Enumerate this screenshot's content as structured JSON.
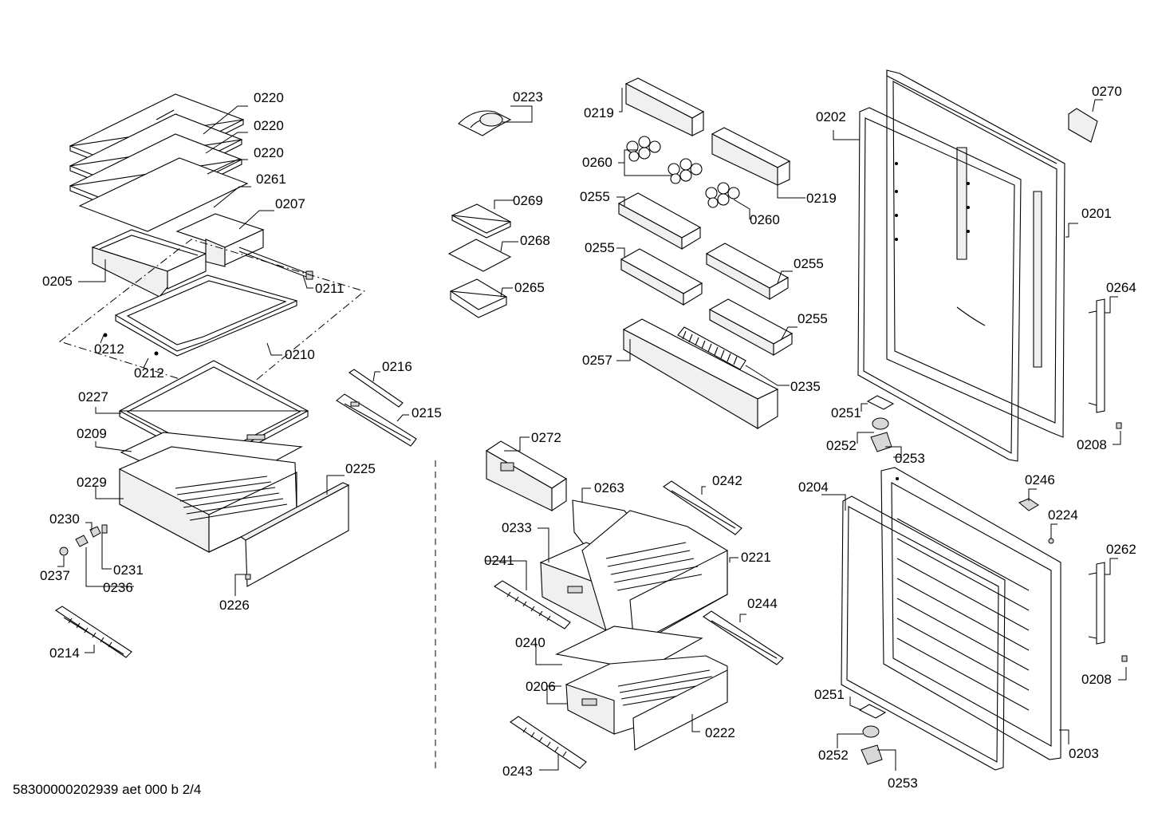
{
  "footer": "58300000202939 aet 000 b 2/4",
  "labels": {
    "l0220a": "0220",
    "l0220b": "0220",
    "l0220c": "0220",
    "l0261": "0261",
    "l0207": "0207",
    "l0205": "0205",
    "l0211": "0211",
    "l0212a": "0212",
    "l0212b": "0212",
    "l0210": "0210",
    "l0216": "0216",
    "l0215": "0215",
    "l0227": "0227",
    "l0209": "0209",
    "l0229": "0229",
    "l0225": "0225",
    "l0230": "0230",
    "l0231": "0231",
    "l0237": "0237",
    "l0236": "0236",
    "l0226": "0226",
    "l0214": "0214",
    "l0223": "0223",
    "l0269": "0269",
    "l0268": "0268",
    "l0265": "0265",
    "l0219a": "0219",
    "l0219b": "0219",
    "l0260a": "0260",
    "l0260b": "0260",
    "l0255a": "0255",
    "l0255b": "0255",
    "l0255c": "0255",
    "l0255d": "0255",
    "l0257": "0257",
    "l0235": "0235",
    "l0272": "0272",
    "l0263": "0263",
    "l0242": "0242",
    "l0233": "0233",
    "l0221": "0221",
    "l0241": "0241",
    "l0244": "0244",
    "l0240": "0240",
    "l0206": "0206",
    "l0222": "0222",
    "l0243": "0243",
    "l0202": "0202",
    "l0270": "0270",
    "l0201": "0201",
    "l0264": "0264",
    "l0251a": "0251",
    "l0252a": "0252",
    "l0253a": "0253",
    "l0208a": "0208",
    "l0204": "0204",
    "l0246": "0246",
    "l0224": "0224",
    "l0262": "0262",
    "l0208b": "0208",
    "l0251b": "0251",
    "l0252b": "0252",
    "l0203": "0203",
    "l0253b": "0253"
  }
}
